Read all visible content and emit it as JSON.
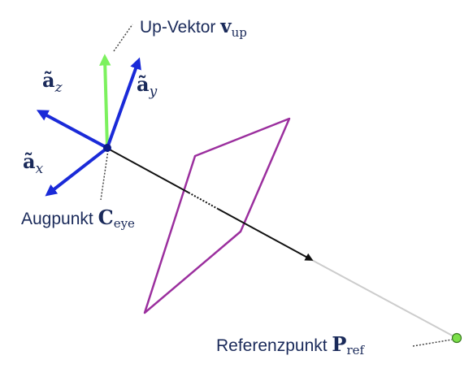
{
  "labels": {
    "up_vector": {
      "text": "Up-Vektor ",
      "symbol": "v",
      "subscript": "up"
    },
    "a_y": {
      "symbol": "ã",
      "subscript": "y"
    },
    "a_z": {
      "symbol": "ã",
      "subscript": "z"
    },
    "a_x": {
      "symbol": "ã",
      "subscript": "x"
    },
    "eye_point": {
      "text": "Augpunkt ",
      "symbol": "C",
      "subscript": "eye"
    },
    "reference_point": {
      "text": "Referenzpunkt ",
      "symbol": "P",
      "subscript": "ref"
    }
  },
  "colors": {
    "axis_blue": "#1a2ad8",
    "up_green": "#7cf15e",
    "plane_purple": "#9b2f9e",
    "view_ray_black": "#111111",
    "view_ray_gray": "#cccccc",
    "label_navy": "#1a2a5a",
    "ref_point_green": "#7ce04a",
    "eye_point_navy": "#0a1a8a"
  }
}
